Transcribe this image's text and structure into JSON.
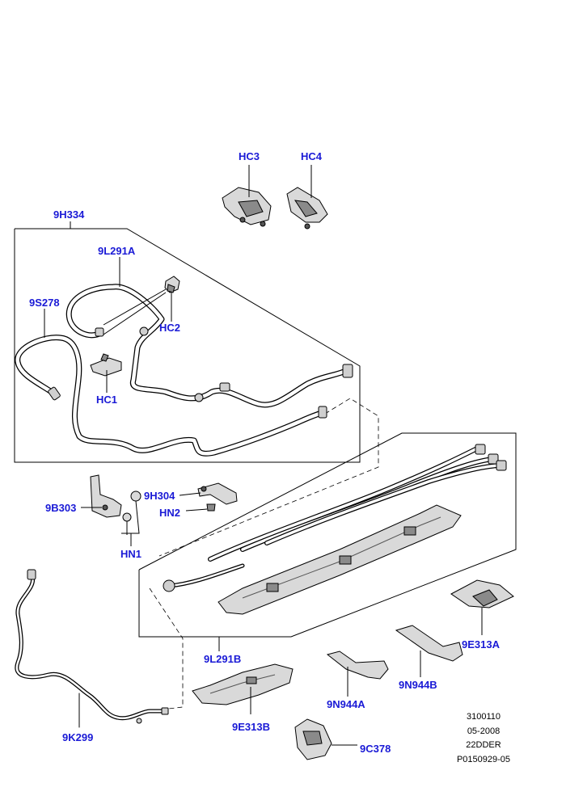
{
  "colors": {
    "label": "#1a1ad6",
    "line": "#000000",
    "part_fill": "#d9d9d9",
    "part_dark": "#8a8a8a"
  },
  "labels": {
    "hc3": "HC3",
    "hc4": "HC4",
    "9h334": "9H334",
    "9l291a": "9L291A",
    "9s278": "9S278",
    "hc2": "HC2",
    "hc1": "HC1",
    "9b303": "9B303",
    "9h304": "9H304",
    "hn2": "HN2",
    "hn1": "HN1",
    "9l291b": "9L291B",
    "9e313a": "9E313A",
    "9n944b": "9N944B",
    "9n944a": "9N944A",
    "9e313b": "9E313B",
    "9k299": "9K299",
    "9c378": "9C378"
  },
  "reference": {
    "line1": "3100110",
    "line2": "05-2008",
    "line3": "22DDER",
    "line4": "P0150929-05"
  }
}
